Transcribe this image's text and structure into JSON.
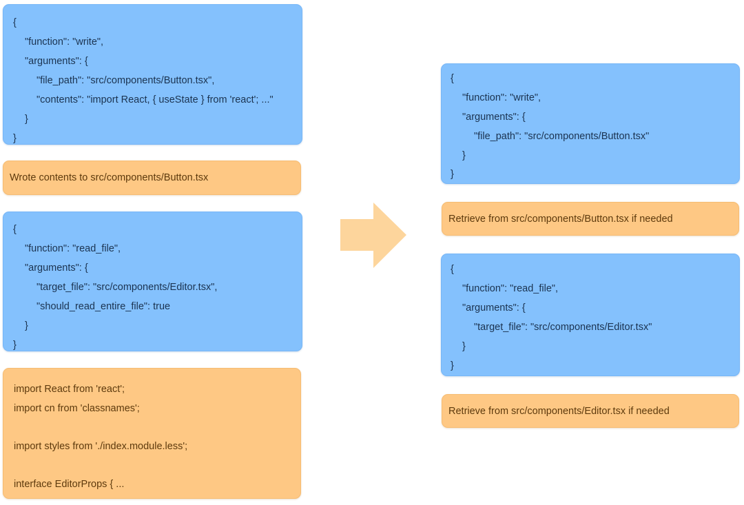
{
  "left": {
    "call1": [
      "{",
      "\"function\": \"write\",",
      "\"arguments\": {",
      "\"file_path\": \"src/components/Button.tsx\",",
      "\"contents\": \"import React, { useState } from 'react'; ...\"",
      "}",
      "}"
    ],
    "result1": "Wrote contents to src/components/Button.tsx",
    "call2": [
      "{",
      "\"function\": \"read_file\",",
      "\"arguments\": {",
      "\"target_file\": \"src/components/Editor.tsx\",",
      "\"should_read_entire_file\": true",
      "}",
      "}"
    ],
    "result2": [
      "import React from 'react';",
      "import cn from 'classnames';",
      "",
      "import styles from './index.module.less';",
      "",
      "interface EditorProps { ..."
    ]
  },
  "right": {
    "call1": [
      "{",
      "\"function\": \"write\",",
      "\"arguments\": {",
      "\"file_path\": \"src/components/Button.tsx\"",
      "}",
      "}"
    ],
    "result1": "Retrieve from src/components/Button.tsx if needed",
    "call2": [
      "{",
      "\"function\": \"read_file\",",
      "\"arguments\": {",
      "\"target_file\": \"src/components/Editor.tsx\"",
      "}",
      "}"
    ],
    "result2": "Retrieve from src/components/Editor.tsx if needed"
  },
  "colors": {
    "blue_box": "#84c1fd",
    "orange_box": "#fec884",
    "arrow": "#fdd59c"
  }
}
